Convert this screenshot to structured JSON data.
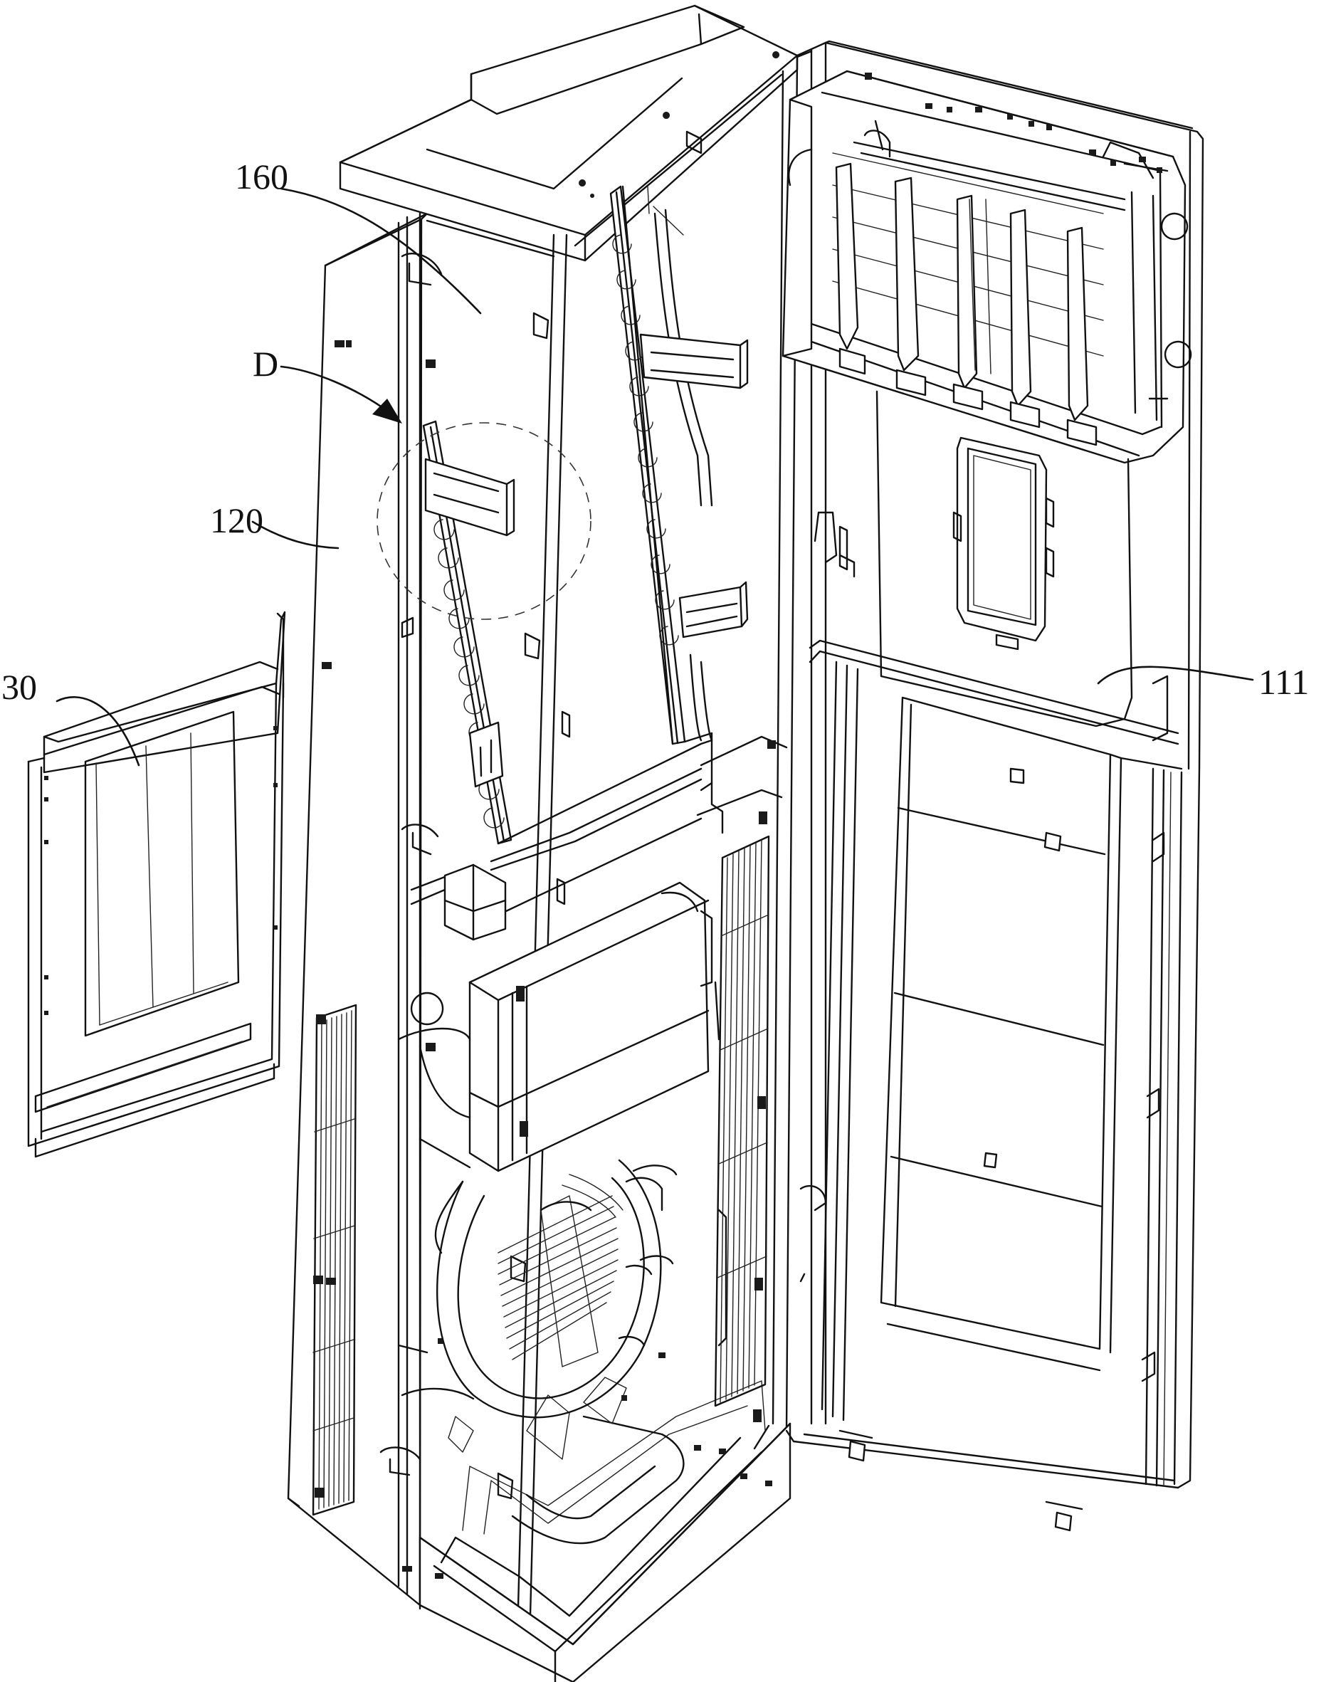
{
  "labels": {
    "l160": "160",
    "lD": "D",
    "l120": "120",
    "l30": "30",
    "l111": "111"
  }
}
